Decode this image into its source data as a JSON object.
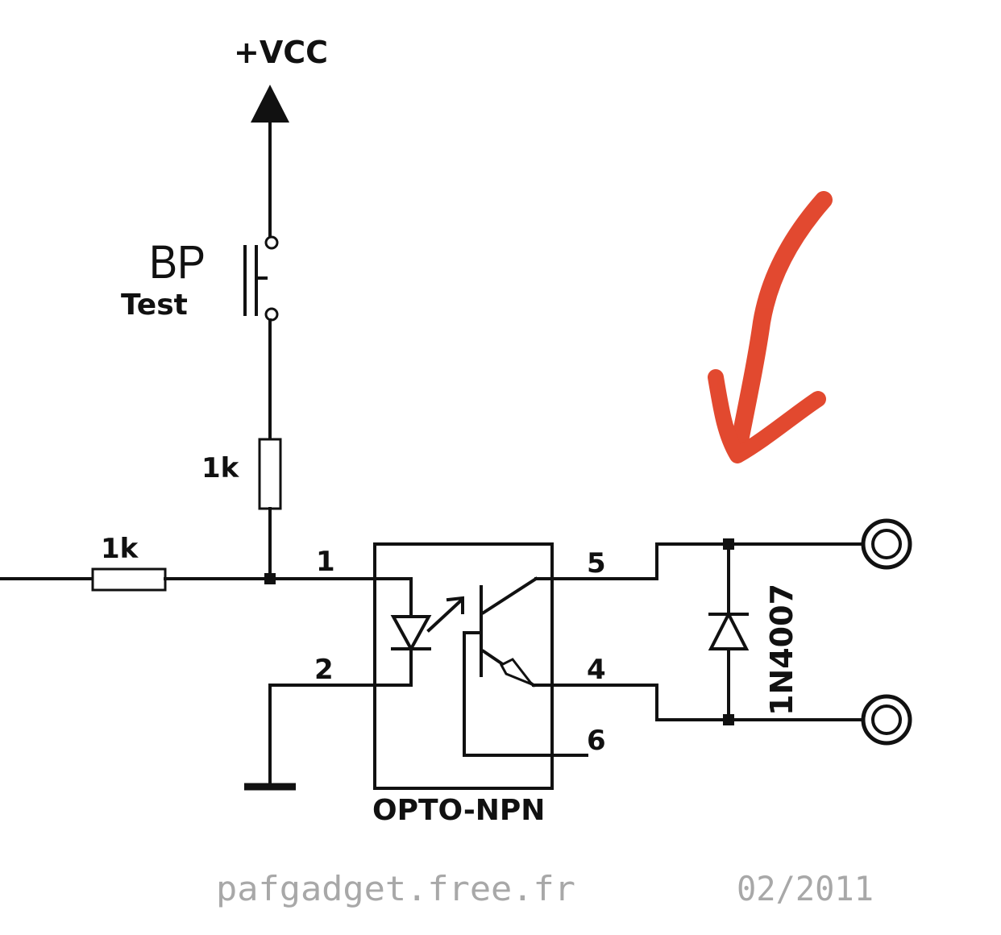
{
  "labels": {
    "vcc": "+VCC",
    "switch_name": "BP",
    "switch_sub": "Test",
    "r_vertical": "1k",
    "r_horizontal": "1k",
    "pin1": "1",
    "pin2": "2",
    "pin4": "4",
    "pin5": "5",
    "pin6": "6",
    "opto": "OPTO-NPN",
    "diode": "1N4007"
  },
  "footer": {
    "site": "pafgadget.free.fr",
    "date": "02/2011"
  },
  "colors": {
    "wire": "#111111",
    "annotation_arrow": "#e03a1e",
    "footer_text": "#a8a8a8"
  }
}
